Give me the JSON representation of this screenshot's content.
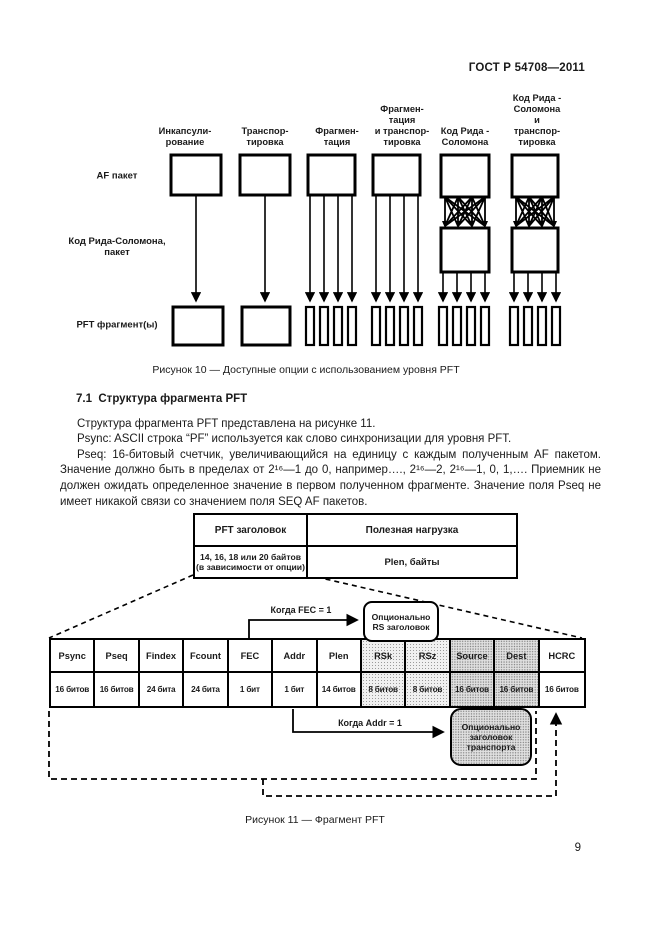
{
  "page": {
    "header": "ГОСТ Р 54708—2011",
    "page_number": "9"
  },
  "colors": {
    "ink": "#1a1a1a",
    "paper": "#ffffff"
  },
  "figure10": {
    "caption": "Рисунок 10 — Доступные опции с использованием уровня PFT",
    "columns": [
      "Инкапсули-\nрование",
      "Транспор-\nтировка",
      "Фрагмен-\nтация",
      "Фрагмен-\nтация\nи транспор-\nтировка",
      "Код Рида -\nСоломона",
      "Код Рида -\nСоломона\nи транспор-\nтировка"
    ],
    "rows": [
      "AF пакет",
      "Код Рида-Соломона,\nпакет",
      "PFT фрагмент(ы)"
    ]
  },
  "section": {
    "heading": "7.1  Структура фрагмента PFT",
    "para1": "Структура фрагмента PFT представлена на рисунке 11.",
    "para2": "Psync: ASCII строка “PF” используется как слово синхронизации для уровня PFT.",
    "para3": "Pseq: 16-битовый счетчик, увеличивающийся на единицу с каждым полученным AF пакетом. Значение должно быть в пределах от 2¹⁶—1 до 0, например…., 2¹⁶—2, 2¹⁶—1, 0, 1,…. Приемник не должен ожидать определенное значение в первом полученном фрагменте. Значение поля Pseq не имеет никакой связи со значением поля SEQ AF пакетов."
  },
  "figure11": {
    "caption": "Рисунок 11 — Фрагмент PFT",
    "top_table": {
      "col1_header": "PFT заголовок",
      "col2_header": "Полезная нагрузка",
      "col1_value": "14, 16, 18 или 20 байтов\n(в зависимости от опции)",
      "col2_value": "Plen, байты"
    },
    "fec_label": "Когда FEC = 1",
    "addr_label": "Когда Addr = 1",
    "rs_box": "Опционально\nRS заголовок",
    "transport_box": "Опционально\nзаголовок\nтранспорта",
    "fields": [
      {
        "name": "Psync",
        "bits": "16 битов",
        "shade": "none"
      },
      {
        "name": "Pseq",
        "bits": "16 битов",
        "shade": "none"
      },
      {
        "name": "Findex",
        "bits": "24 бита",
        "shade": "none"
      },
      {
        "name": "Fcount",
        "bits": "24 бита",
        "shade": "none"
      },
      {
        "name": "FEC",
        "bits": "1 бит",
        "shade": "none"
      },
      {
        "name": "Addr",
        "bits": "1 бит",
        "shade": "none"
      },
      {
        "name": "Plen",
        "bits": "14 битов",
        "shade": "none"
      },
      {
        "name": "RSk",
        "bits": "8 битов",
        "shade": "light"
      },
      {
        "name": "RSz",
        "bits": "8 битов",
        "shade": "light"
      },
      {
        "name": "Source",
        "bits": "16 битов",
        "shade": "dark"
      },
      {
        "name": "Dest",
        "bits": "16 битов",
        "shade": "dark"
      },
      {
        "name": "HCRC",
        "bits": "16 битов",
        "shade": "none"
      }
    ]
  }
}
